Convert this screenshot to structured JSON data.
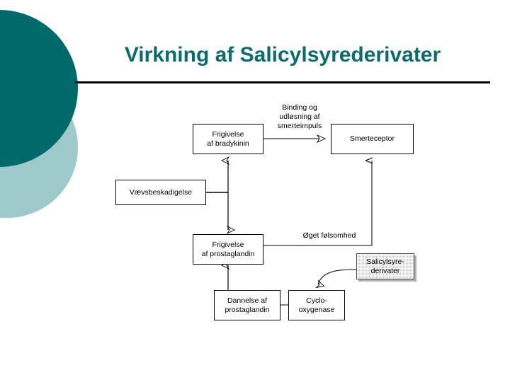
{
  "slide": {
    "title": "Virkning af Salicylsyrederivater",
    "background_color": "#ffffff",
    "accent_dark": "#006a6a",
    "accent_light": "#9cc9c9",
    "title_color": "#0c6b6b"
  },
  "decor": {
    "circle_dark_name": "decorative-circle-dark",
    "circle_light_name": "decorative-circle-light"
  },
  "diagram": {
    "type": "flowchart",
    "nodes": [
      {
        "id": "vaevsbeskadigelse",
        "label": "Vævsbeskadigelse",
        "style": "plain"
      },
      {
        "id": "bradykinin",
        "label": "Frigivelse\naf bradykinin",
        "style": "plain"
      },
      {
        "id": "smerteceptor",
        "label": "Smerteceptor",
        "style": "plain"
      },
      {
        "id": "prostaglandin-frigivelse",
        "label": "Frigivelse\naf prostaglandin",
        "style": "plain"
      },
      {
        "id": "prostaglandin-dannelse",
        "label": "Dannelse af\nprostaglandin",
        "style": "plain"
      },
      {
        "id": "cyclooxygenase",
        "label": "Cyclo-\noxygenase",
        "style": "plain"
      },
      {
        "id": "salicylsyrederivater",
        "label": "Salicylsyre-\nderivater",
        "style": "hatched"
      }
    ],
    "edge_labels": [
      {
        "id": "binding",
        "text": "Binding og\nudløsning af\nsmerteimpuls"
      },
      {
        "id": "folsomhed",
        "text": "Øget følsomhed"
      }
    ]
  }
}
